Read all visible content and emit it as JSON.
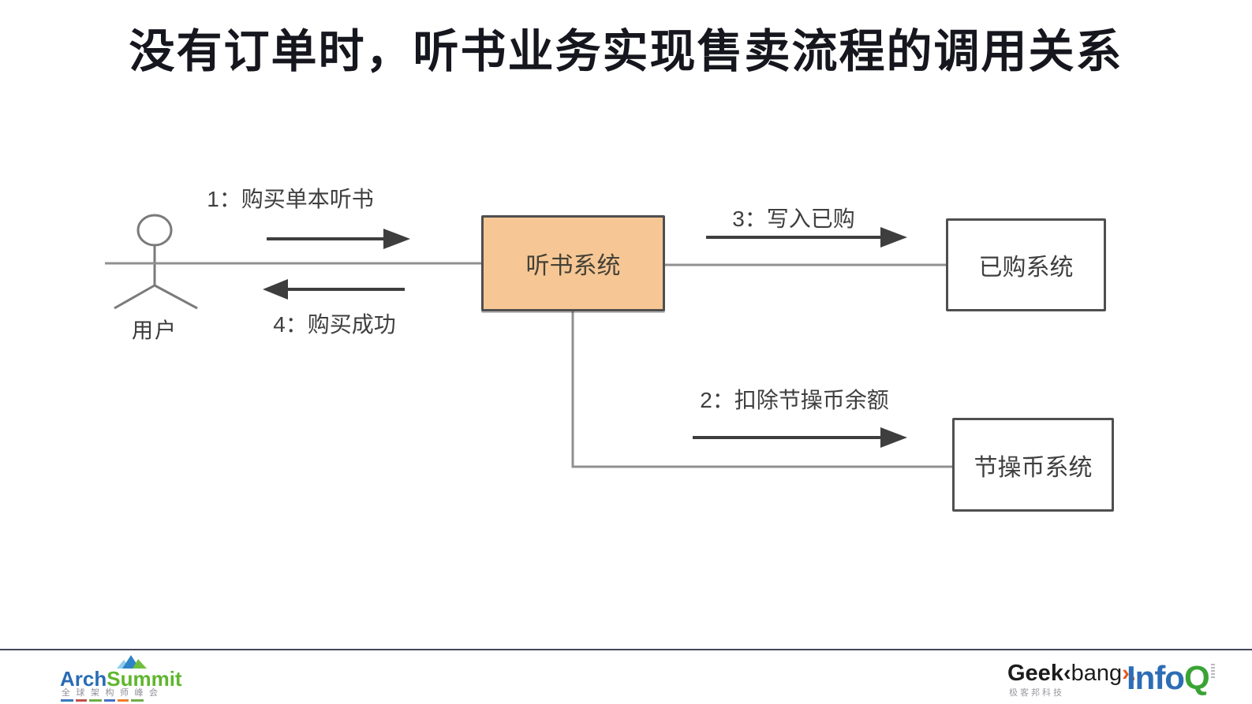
{
  "title": "没有订单时，听书业务实现售卖流程的调用关系",
  "diagram": {
    "actor": {
      "label": "用户"
    },
    "nodes": {
      "listen": {
        "label": "听书系统",
        "fill": "#F6C795"
      },
      "purchased": {
        "label": "已购系统",
        "fill": "#FFFFFF"
      },
      "coin": {
        "label": "节操币系统",
        "fill": "#FFFFFF"
      }
    },
    "messages": {
      "m1": {
        "label": "1：购买单本听书",
        "from": "用户",
        "to": "听书系统"
      },
      "m2": {
        "label": "2：扣除节操币余额",
        "from": "听书系统",
        "to": "节操币系统"
      },
      "m3": {
        "label": "3：写入已购",
        "from": "听书系统",
        "to": "已购系统"
      },
      "m4": {
        "label": "4：购买成功",
        "from": "听书系统",
        "to": "用户"
      }
    }
  },
  "footer": {
    "archsummit": {
      "name_part1": "Arch",
      "name_part2": "Summit",
      "subtitle": "全球架构师峰会"
    },
    "geekbang": {
      "part1": "Geek",
      "bracket_left": "‹",
      "part2": "bang",
      "bracket_right": "›",
      "dot": ".",
      "subtitle": "极客邦科技"
    },
    "infoq": {
      "part1": "Info",
      "part2": "Q"
    }
  },
  "colors": {
    "node_listen_fill": "#F6C795",
    "node_border": "#4f4f4f",
    "connector_gray": "#909090",
    "arrow_dark": "#3e3e3e",
    "title_text": "#16161e",
    "archsummit_blue": "#2a6cb5",
    "archsummit_green": "#5fb62e",
    "geekbang_orange": "#e8581c",
    "infoq_blue": "#2d6db5",
    "infoq_green": "#3aa335"
  }
}
